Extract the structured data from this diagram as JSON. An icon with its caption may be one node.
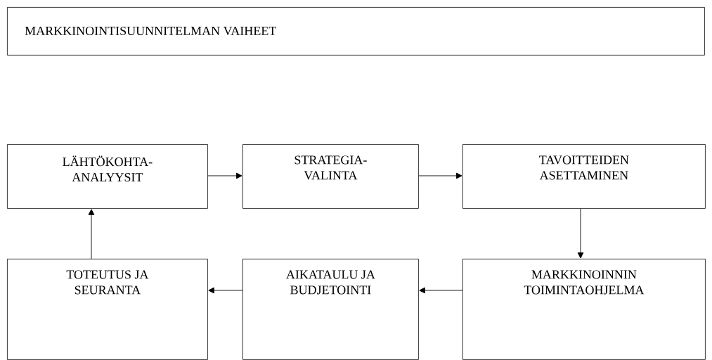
{
  "diagram": {
    "title": "MARKKINOINTISUUNNITELMAN VAIHEET",
    "nodes": [
      {
        "text": [
          "LÄHTÖKOHTA- ANALYYSIT"
        ]
      },
      {
        "text": [
          "STRATEGIA- VALINTA"
        ]
      },
      {
        "text": [
          "TAVOITTEIDEN ASETTAMINEN"
        ]
      },
      {
        "text": [
          "TOTEUTUS JA SEURANTA"
        ]
      },
      {
        "text": [
          "AIKATAULU JA BUDJETOINTI"
        ]
      },
      {
        "text": [
          "MARKKINOINNIN TOIMINTAOHJELMA"
        ]
      }
    ],
    "edges": [
      {
        "from": 0,
        "to": 1,
        "arrow": "to"
      },
      {
        "from": 1,
        "to": 2,
        "arrow": "to"
      },
      {
        "from": 2,
        "to": 5,
        "arrow": "to"
      },
      {
        "from": 5,
        "to": 4,
        "arrow": "to"
      },
      {
        "from": 4,
        "to": 3,
        "arrow": "to"
      },
      {
        "from": 3,
        "to": 0,
        "arrow": "to"
      }
    ]
  }
}
